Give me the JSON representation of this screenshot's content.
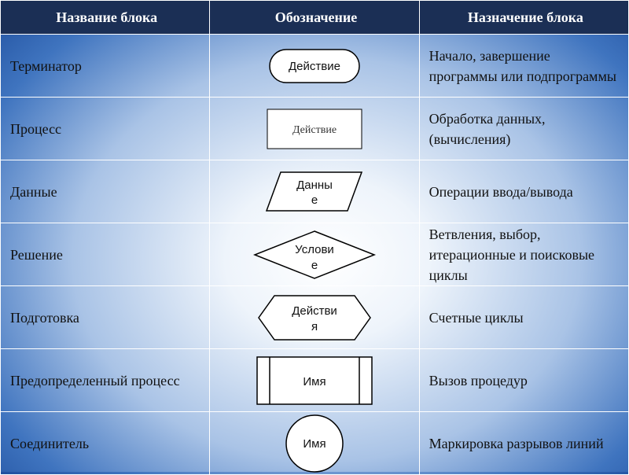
{
  "header": {
    "col1": "Название блока",
    "col2": "Обозначение",
    "col3": "Назначение блока"
  },
  "rows": [
    {
      "name": "Терминатор",
      "symbol_text": [
        "Действие"
      ],
      "purpose": "Начало, завершение программы или подпрограммы"
    },
    {
      "name": "Процесс",
      "symbol_text": [
        "Действие"
      ],
      "purpose": "Обработка данных,(вычисления)"
    },
    {
      "name": "Данные",
      "symbol_text": [
        "Данны",
        "е"
      ],
      "purpose": "Операции ввода/вывода"
    },
    {
      "name": "Решение",
      "symbol_text": [
        "Услови",
        "е"
      ],
      "purpose": "Ветвления, выбор, итерационные и поисковые циклы"
    },
    {
      "name": "Подготовка",
      "symbol_text": [
        "Действи",
        "я"
      ],
      "purpose": "Счетные циклы"
    },
    {
      "name": "Предопределенный процесс",
      "symbol_text": [
        "Имя"
      ],
      "purpose": "Вызов процедур"
    },
    {
      "name": "Соединитель",
      "symbol_text": [
        "Имя"
      ],
      "purpose": "Маркировка разрывов линий"
    }
  ],
  "colors": {
    "header_bg": "#1b2f55",
    "border": "#ffffff",
    "shape_stroke": "#000000",
    "shape_fill": "#ffffff"
  }
}
